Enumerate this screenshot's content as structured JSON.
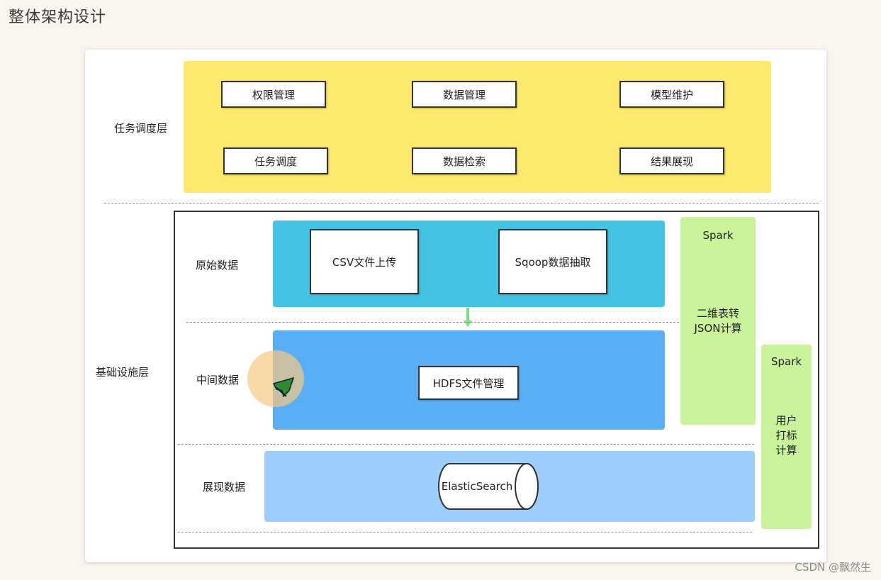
{
  "page_title": "整体架构设计",
  "task_layer": {
    "label": "任务调度层",
    "modules": [
      "权限管理",
      "数据管理",
      "模型维护",
      "任务调度",
      "数据检索",
      "结果展现"
    ]
  },
  "base_layer": {
    "label": "基础设施层",
    "raw": {
      "label": "原始数据",
      "items": [
        "CSV文件上传",
        "Sqoop数据抽取"
      ]
    },
    "middle": {
      "label": "中间数据",
      "item": "HDFS文件管理"
    },
    "display": {
      "label": "展现数据",
      "item": "ElasticSearch"
    }
  },
  "spark_json": {
    "title": "Spark",
    "line1": "二维表转",
    "line2": "JSON计算"
  },
  "spark_tag": {
    "title": "Spark",
    "line1": "用户",
    "line2": "打标",
    "line3": "计算"
  },
  "watermark": "CSDN @飘然生",
  "colors": {
    "task_layer_bg": "#fde96e",
    "raw_bg": "#44c3e4",
    "middle_bg": "#5aaef5",
    "display_bg": "#9dcdfb",
    "spark_bg": "#c9f29a",
    "arrow": "#7ee07e"
  }
}
